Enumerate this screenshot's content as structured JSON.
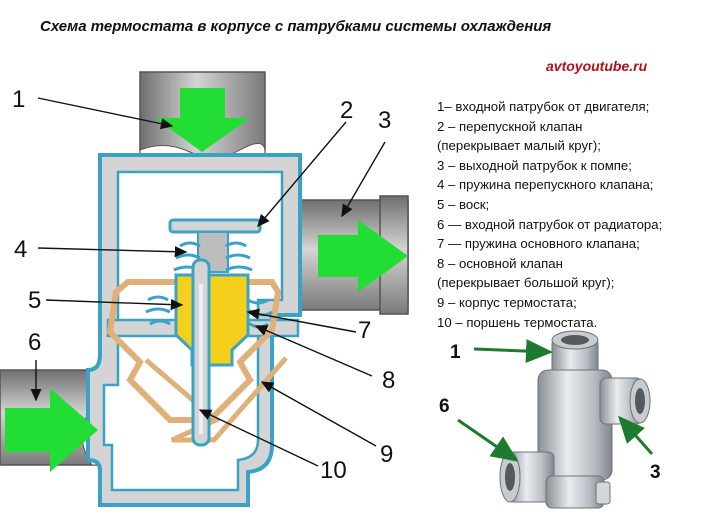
{
  "title": "Схема термостата в корпусе с патрубками системы охлаждения",
  "site": "avtoyoutube.ru",
  "legend": [
    "1– входной патрубок от двигателя;",
    "2 – перепускной клапан",
    "(перекрывает малый круг);",
    "3 – выходной патрубок к помпе;",
    "4 – пружина перепускного клапана;",
    "5 – воск;",
    "6 — входной патрубок от радиатора;",
    "7 — пружина основного клапана;",
    "8 – основной клапан",
    "(перекрывает большой круг);",
    "9 – корпус термостата;",
    "10 – поршень термостата."
  ],
  "diagram_labels": [
    "1",
    "2",
    "3",
    "4",
    "5",
    "6",
    "7",
    "8",
    "9",
    "10"
  ],
  "photo_labels": [
    "1",
    "6",
    "3"
  ],
  "colors": {
    "housing": "#d9d9d9",
    "outline": "#3aa3c5",
    "pipe": "#9a9a9a",
    "flow_arrow": "#22dd33",
    "wax": "#f4cf1c",
    "valve": "#e0b07a",
    "spring": "#3aa3c5",
    "site_text": "#b0101a",
    "pointer_arrow": "#1e7a2e"
  }
}
